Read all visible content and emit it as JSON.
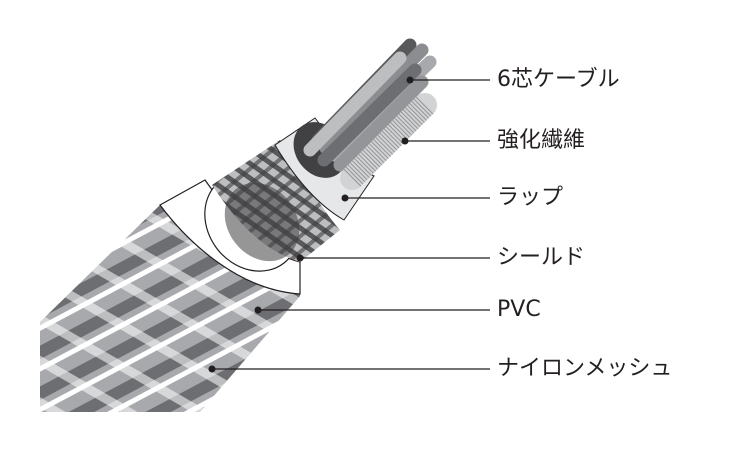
{
  "diagram": {
    "labels": [
      {
        "id": "core",
        "text": "6芯ケーブル"
      },
      {
        "id": "fiber",
        "text": "強化繊維"
      },
      {
        "id": "wrap",
        "text": "ラップ"
      },
      {
        "id": "shield",
        "text": "シールド"
      },
      {
        "id": "pvc",
        "text": "PVC"
      },
      {
        "id": "mesh",
        "text": "ナイロンメッシュ"
      }
    ],
    "colors": {
      "line": "#231f20",
      "mesh_dark": "#6d6e71",
      "mesh_mid": "#a7a9ac",
      "pvc": "#ffffff",
      "wrap": "#e6e7e8",
      "shield": "#58595b",
      "core": "#8c8d90"
    }
  }
}
